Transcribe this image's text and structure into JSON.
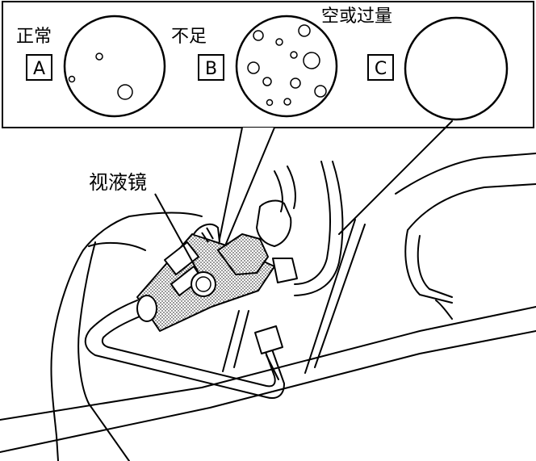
{
  "legend": {
    "panels": [
      {
        "label": "正常",
        "letter": "A"
      },
      {
        "label": "不足",
        "letter": "B"
      },
      {
        "label": "空或过量",
        "letter": "C"
      }
    ]
  },
  "callout": {
    "sight_glass_label": "视液镜"
  }
}
